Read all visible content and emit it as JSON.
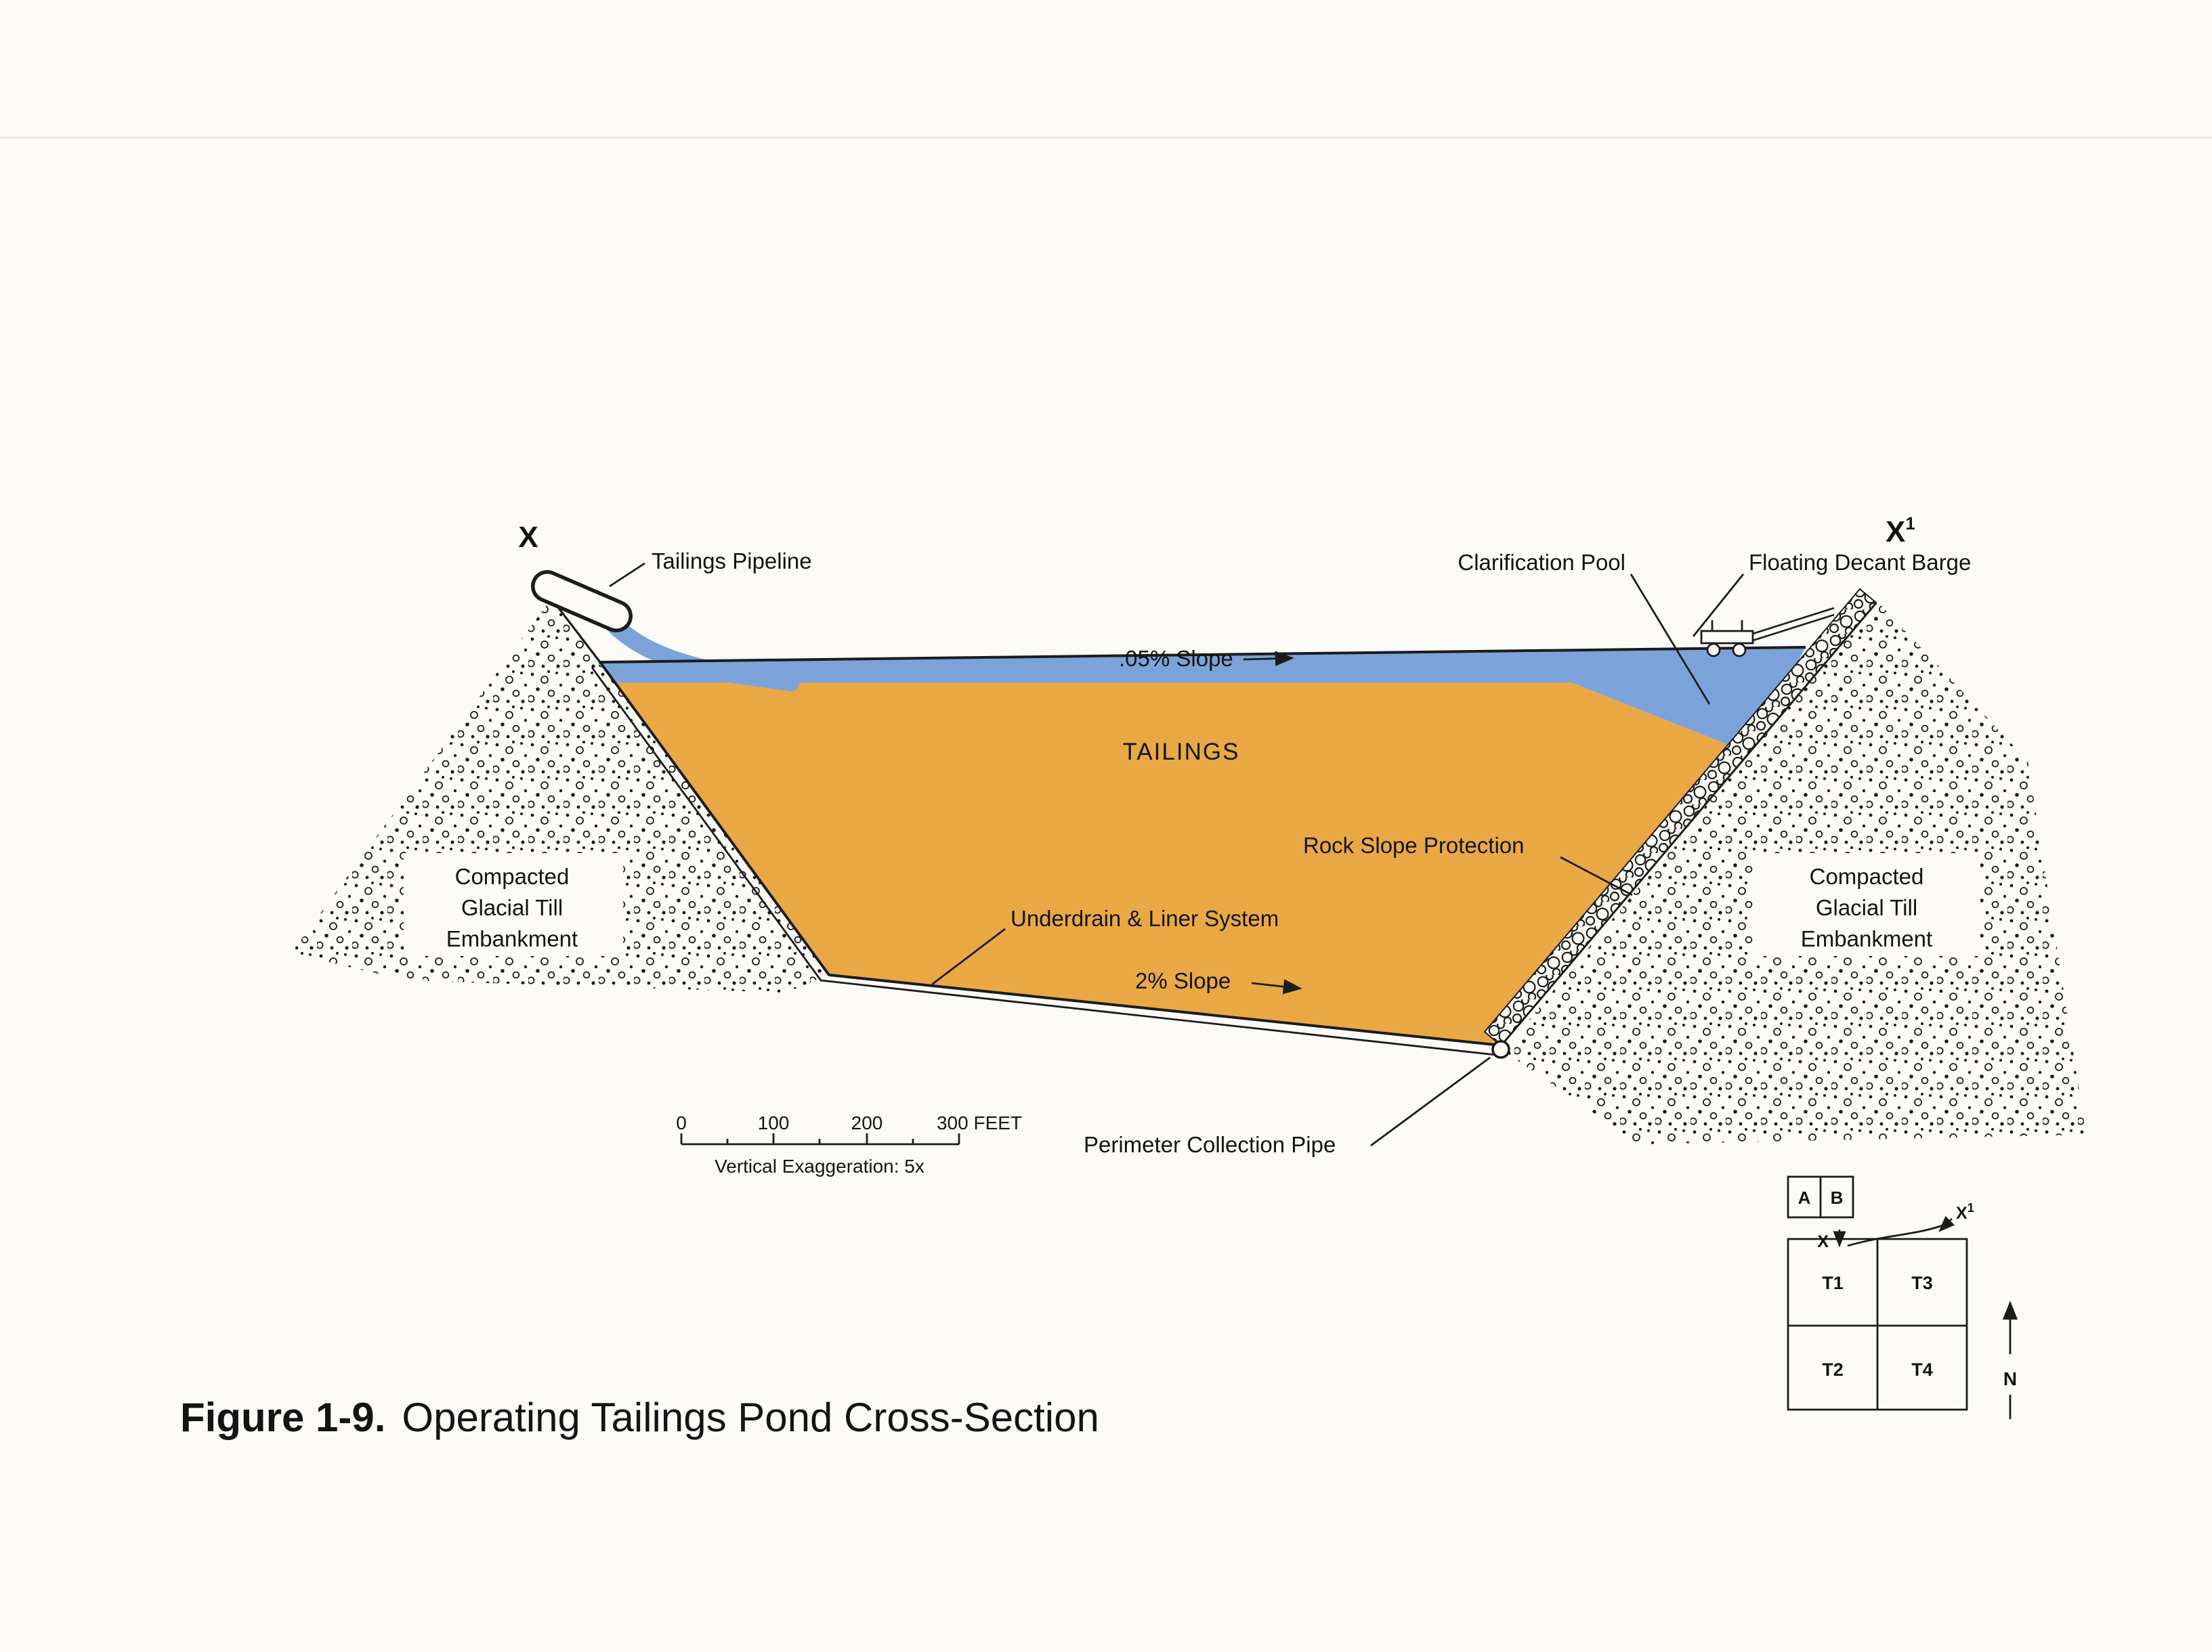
{
  "figure": {
    "caption_label": "Figure 1-9.",
    "caption_text": "Operating Tailings Pond Cross-Section"
  },
  "section_markers": {
    "left": "X",
    "right": "X",
    "right_sup": "1"
  },
  "labels": {
    "tailings_pipeline": "Tailings Pipeline",
    "clarification_pool": "Clarification Pool",
    "floating_decant_barge": "Floating Decant Barge",
    "slope_top": ".05% Slope",
    "tailings": "TAILINGS",
    "rock_slope_protection": "Rock Slope Protection",
    "left_embankment": [
      "Compacted",
      "Glacial Till",
      "Embankment"
    ],
    "right_embankment": [
      "Compacted",
      "Glacial Till",
      "Embankment"
    ],
    "underdrain": "Underdrain & Liner System",
    "slope_bottom": "2% Slope",
    "perimeter_pipe": "Perimeter Collection Pipe"
  },
  "scale_bar": {
    "ticks": [
      "0",
      "100",
      "200",
      "300 FEET"
    ],
    "note": "Vertical Exaggeration: 5x"
  },
  "inset": {
    "top_cells": [
      "A",
      "B"
    ],
    "cells": [
      "T1",
      "T3",
      "T2",
      "T4"
    ],
    "marker_x": "X",
    "marker_x1": "X",
    "marker_x1_sup": "1",
    "north": "N"
  },
  "colors": {
    "tailings": "#E9A843",
    "water": "#7CA3D9",
    "ink": "#1c1c1c"
  }
}
